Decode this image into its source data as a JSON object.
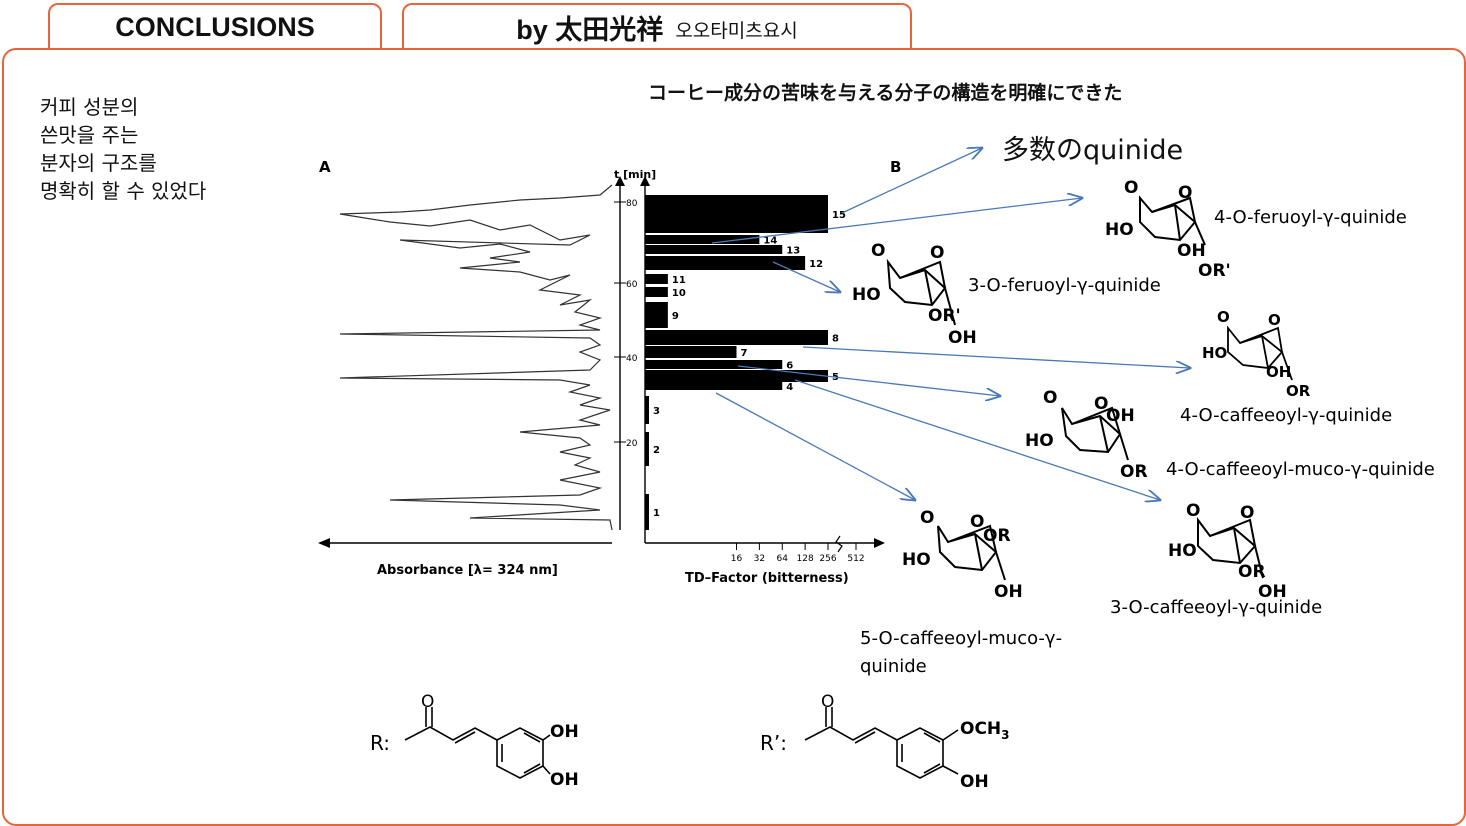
{
  "tabs": {
    "conclusions": "CONCLUSIONS",
    "author": "by 太田光祥",
    "author_reading": "오오타미츠요시"
  },
  "korean_summary": [
    "커피 성분의",
    "쓴맛을 주는",
    "분자의 구조를",
    "명확히 할 수 있었다"
  ],
  "japanese_title": "コーヒー成分の苦味を与える分子の構造を明確にできた",
  "quinide_heading": "多数のquinide",
  "figure": {
    "panel_a": "A",
    "panel_b": "B",
    "time_axis_label": "t [min]",
    "time_ticks": [
      "80",
      "60",
      "40",
      "20"
    ],
    "absorbance_label": "Absorbance [λ= 324 nm]",
    "td_label": "TD–Factor (bitterness)",
    "td_ticks": [
      "16",
      "32",
      "64",
      "128",
      "256",
      "512"
    ]
  },
  "chart_data": {
    "type": "bar",
    "orientation": "horizontal",
    "categories": [
      "1",
      "2",
      "3",
      "4",
      "5",
      "6",
      "7",
      "8",
      "9",
      "10",
      "11",
      "12",
      "13",
      "14",
      "15"
    ],
    "values": [
      1,
      1,
      1,
      64,
      256,
      64,
      16,
      256,
      2,
      2,
      2,
      128,
      64,
      32,
      256
    ],
    "xlabel": "TD–Factor (bitterness)",
    "ylabel": "t [min]",
    "xticks": [
      16,
      32,
      64,
      128,
      256,
      512
    ],
    "yticks": [
      20,
      40,
      60,
      80
    ]
  },
  "compounds": {
    "c1": "4-O-feruoyl-γ-quinide",
    "c2": "3-O-feruoyl-γ-quinide",
    "c3": "4-O-caffeeoyl-γ-quinide",
    "c4": "4-O-caffeeoyl-muco-γ-quinide",
    "c5": "3-O-caffeeoyl-γ-quinide",
    "c6a": "5-O-caffeeoyl-muco-γ-",
    "c6b": "quinide"
  },
  "atoms": {
    "o": "O",
    "ho": "HO",
    "oh": "OH",
    "or": "OR",
    "orp": "OR'"
  },
  "r_groups": {
    "r": "R:",
    "rp": "R’:",
    "oh": "OH",
    "och3": "OCH",
    "sub3": "3",
    "o": "O"
  }
}
